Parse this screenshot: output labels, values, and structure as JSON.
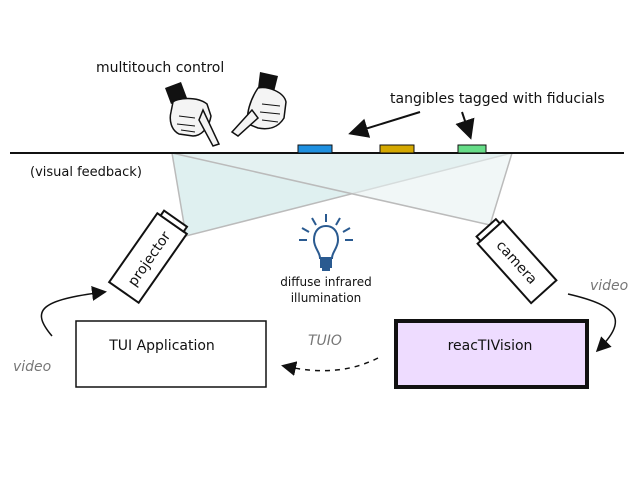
{
  "labels": {
    "multitouch": "multitouch control",
    "tangibles": "tangibles tagged with fiducials",
    "visual_feedback": "(visual feedback)",
    "projector": "projector",
    "camera": "camera",
    "bulb_line1": "diffuse infrared",
    "bulb_line2": "illumination",
    "video_left": "video",
    "video_right": "video",
    "tuio": "TUIO",
    "tui_app": "TUI Application",
    "reactivision": "reacTIVision"
  },
  "colors": {
    "tangible_blue": "#1e90e0",
    "tangible_yellow": "#d4a800",
    "tangible_green": "#66dd88",
    "reactivision_fill": "#eedcff",
    "beam": "#dff0f0",
    "bulb": "#2a5a90"
  },
  "icons": {
    "hands": "pointing-hand-icon",
    "bulb": "lightbulb-icon"
  }
}
